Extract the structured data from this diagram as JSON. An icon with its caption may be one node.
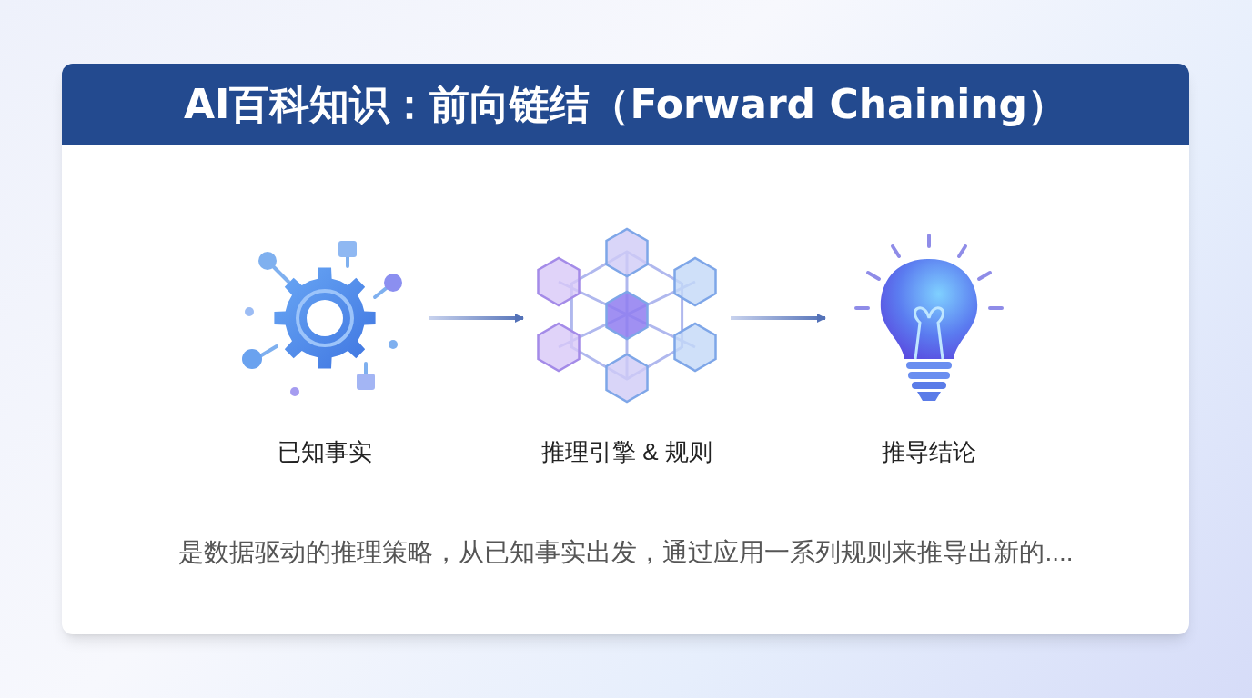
{
  "diagram": {
    "title": "AI百科知识：前向链结（Forward Chaining）",
    "nodes": [
      {
        "text": [
          "已知事实"
        ]
      },
      {
        "text": [
          "推理引擎 & 规则"
        ]
      },
      {
        "text": [
          "推导结论"
        ]
      }
    ],
    "edges": [
      {
        "from": 0,
        "to": 1,
        "arrow": "to"
      },
      {
        "from": 1,
        "to": 2,
        "arrow": "to"
      }
    ],
    "labels": [
      "是数据驱动的推理策略，从已知事实出发，通过应用一系列规则来推导出新的...."
    ]
  }
}
